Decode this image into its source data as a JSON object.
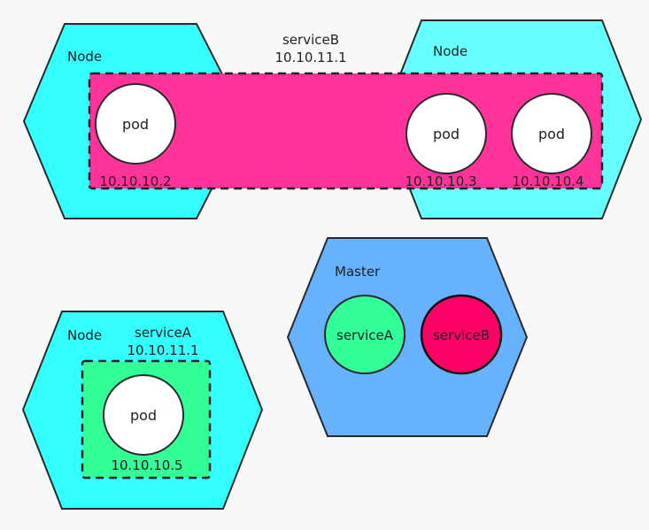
{
  "colors": {
    "background": "#f8f8f8",
    "node_cyan": "#33ffff",
    "node_cyan_light": "#66ffff",
    "master_blue": "#66b2ff",
    "serviceB_pink": "#ff3399",
    "serviceA_green": "#33ff99",
    "serviceB_dark": "#ff0066",
    "stroke": "#1a1a1a",
    "pod_fill": "#ffffff"
  },
  "nodes": [
    {
      "label": "Node"
    },
    {
      "label": "Node"
    },
    {
      "label": "Node"
    }
  ],
  "master": {
    "label": "Master",
    "services": [
      {
        "label": "serviceA"
      },
      {
        "label": "serviceB"
      }
    ]
  },
  "serviceB": {
    "name": "serviceB",
    "ip": "10.10.11.1",
    "pods": [
      {
        "label": "pod",
        "ip": "10.10.10.2"
      },
      {
        "label": "pod",
        "ip": "10.10.10.3"
      },
      {
        "label": "pod",
        "ip": "10.10.10.4"
      }
    ]
  },
  "serviceA": {
    "name": "serviceA",
    "ip": "10.10.11.1",
    "pods": [
      {
        "label": "pod",
        "ip": "10.10.10.5"
      }
    ]
  }
}
